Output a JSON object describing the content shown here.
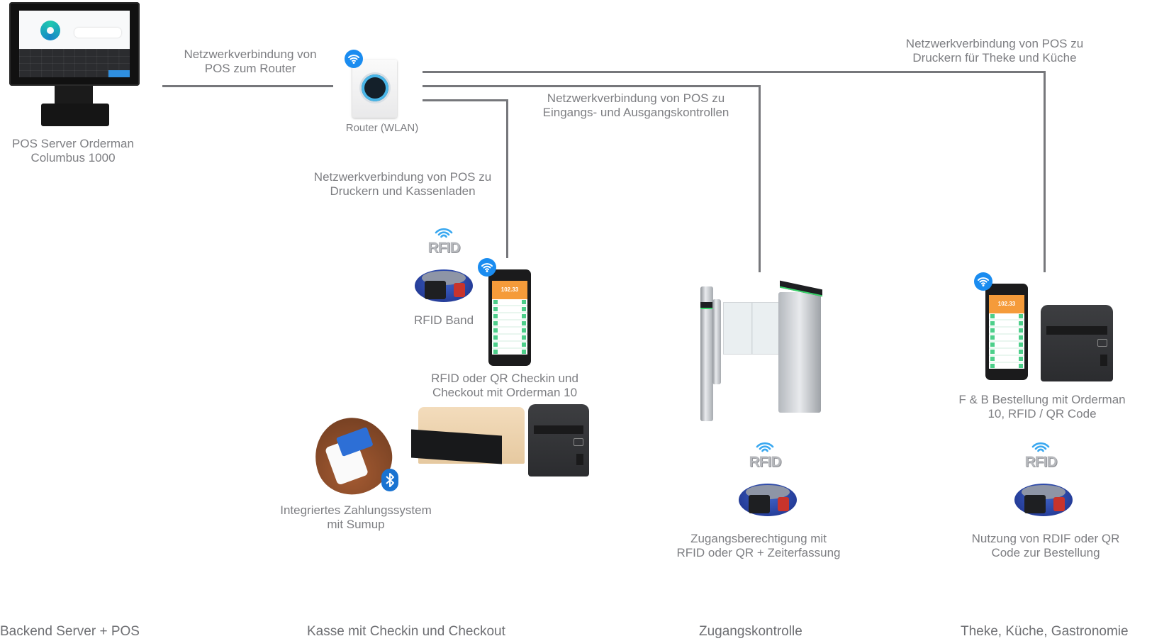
{
  "diagram": {
    "nodes": {
      "pos_server": {
        "label_line1": "POS Server Orderman",
        "label_line2": "Columbus 1000"
      },
      "router": {
        "label": "Router (WLAN)"
      },
      "rfid_band_kasse": {
        "label": "RFID Band",
        "badge": "RFID"
      },
      "orderman_kasse": {
        "label_line1": "RFID oder QR Checkin und",
        "label_line2": "Checkout mit Orderman 10",
        "screen_amount": "102.33"
      },
      "sumup": {
        "label_line1": "Integriertes Zahlungssystem",
        "label_line2": "mit Sumup"
      },
      "gate": {
        "label_line1": "Zugangsberechtigung mit",
        "label_line2": "RFID oder QR + Zeiterfassung",
        "badge": "RFID"
      },
      "fb_order": {
        "label_line1": "F & B Bestellung mit Orderman",
        "label_line2": "10, RFID / QR Code",
        "screen_amount": "102.33"
      },
      "rfid_band_theke": {
        "label_line1": "Nutzung von RDIF oder QR",
        "label_line2": "Code zur Bestellung",
        "badge": "RFID"
      }
    },
    "edges": [
      {
        "from": "pos_server",
        "to": "router",
        "label_line1": "Netzwerkverbindung von",
        "label_line2": "POS zum Router"
      },
      {
        "from": "router",
        "to": "orderman_kasse",
        "label_line1": "Netzwerkverbindung von POS zu",
        "label_line2": "Druckern und Kassenladen"
      },
      {
        "from": "router",
        "to": "gate",
        "label_line1": "Netzwerkverbindung von POS zu",
        "label_line2": "Eingangs- und Ausgangskontrollen"
      },
      {
        "from": "router",
        "to": "fb_order",
        "label_line1": "Netzwerkverbindung von POS zu",
        "label_line2": "Druckern für Theke und Küche"
      }
    ],
    "sections": [
      "Backend Server + POS",
      "Kasse mit Checkin und Checkout",
      "Zugangskontrolle",
      "Theke, Küche, Gastronomie"
    ],
    "colors": {
      "line": "#76777b",
      "wifi": "#1a8cf0",
      "text": "#7d7e82"
    }
  }
}
